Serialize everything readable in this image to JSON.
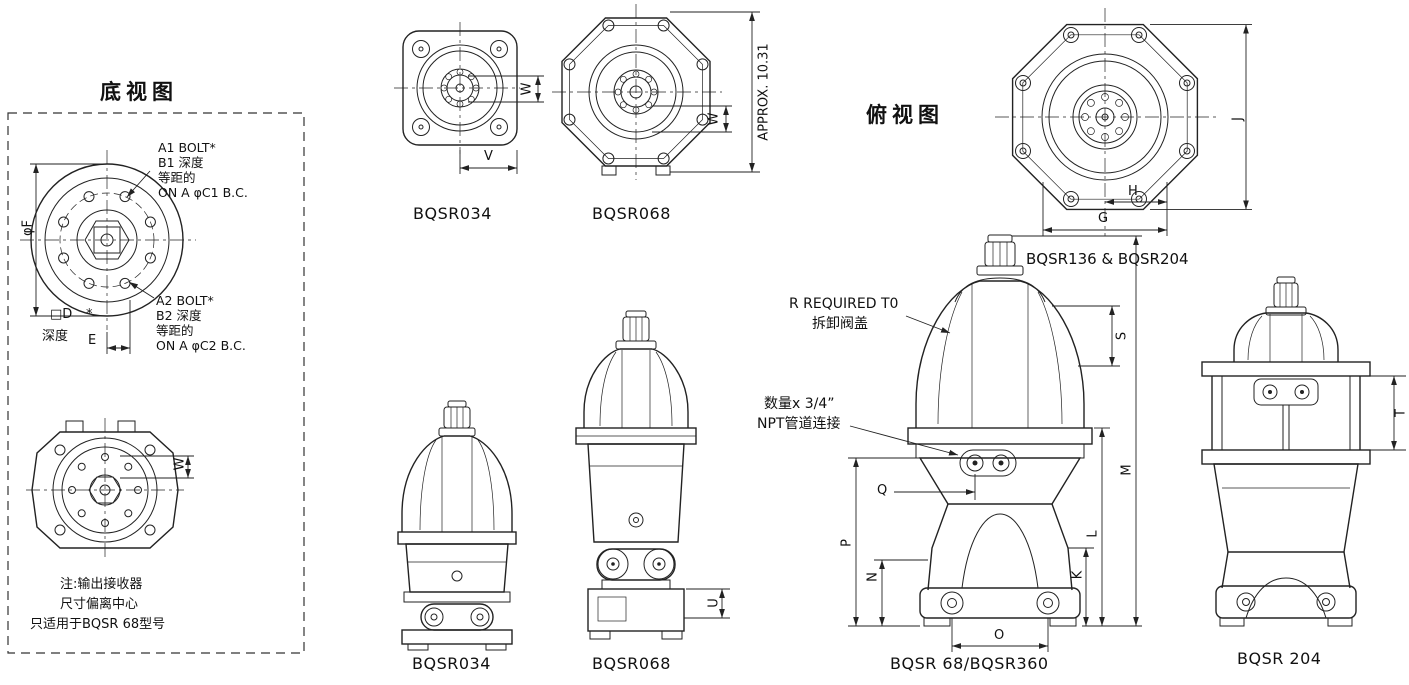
{
  "titles": {
    "bottom_view": "底视图",
    "top_view": "俯视图"
  },
  "bottom_box": {
    "bolt1_l1": "A1 BOLT*",
    "bolt1_l2": "B1 深度",
    "bolt1_l3": "等距的",
    "bolt1_l4": "ON A φC1 B.C.",
    "bolt2_l1": "A2 BOLT*",
    "bolt2_l2": "B2 深度",
    "bolt2_l3": "等距的",
    "bolt2_l4": "ON A φC2 B.C.",
    "dim_f": "φF",
    "dim_d": "□D",
    "star": "*",
    "depth": "深度",
    "dim_e": "E",
    "dim_w": "W",
    "note1": "注:输出接收器",
    "note2": "尺寸偏离中心",
    "note3": "只适用于BQSR 68型号"
  },
  "top_views": {
    "bqsr034_label": "BQSR034",
    "bqsr034_w": "W",
    "bqsr034_v": "V",
    "bqsr068_label": "BQSR068",
    "bqsr068_w": "W",
    "bqsr068_approx": "APPROX. 10.31",
    "bqsr136_label": "BQSR136 & BQSR204",
    "dim_j": "J",
    "dim_h": "H",
    "dim_g": "G"
  },
  "side_views": {
    "bqsr034_label": "BQSR034",
    "bqsr068_label": "BQSR068",
    "dim_u": "U",
    "bqsr360_label": "BQSR 68/BQSR360",
    "dim_s": "S",
    "dim_m": "M",
    "dim_l": "L",
    "dim_k": "K",
    "dim_q": "Q",
    "dim_p": "P",
    "dim_n": "N",
    "dim_o": "O",
    "bqsr204_label": "BQSR 204",
    "dim_t": "T"
  },
  "callouts": {
    "r_required_l1": "R REQUIRED T0",
    "r_required_l2": "拆卸阀盖",
    "npt_l1": "数量x 3/4”",
    "npt_l2": "NPT管道连接"
  }
}
